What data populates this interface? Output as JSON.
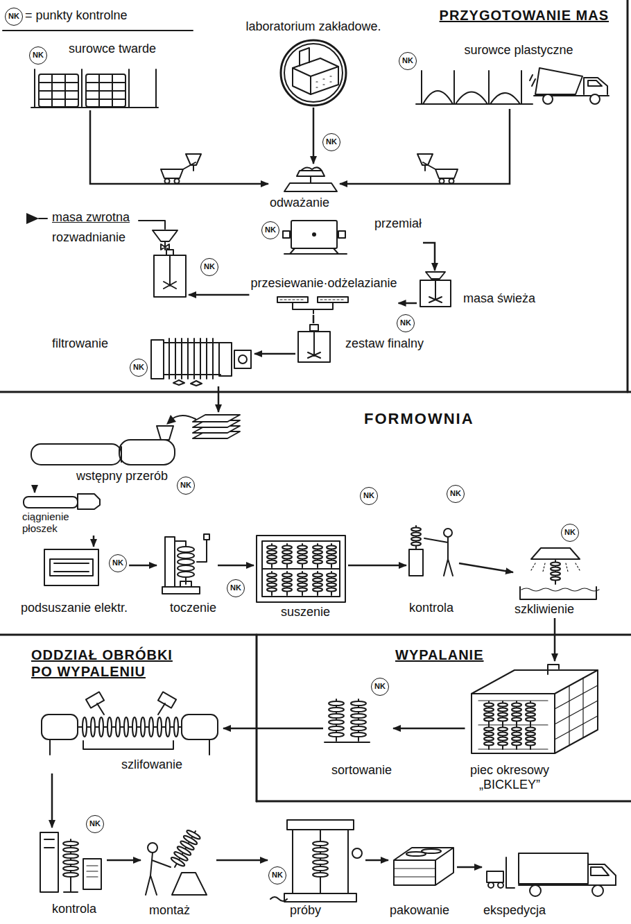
{
  "diagram": {
    "nodes": [
      {
        "text": [
          "PRZYGOTOWANIE MAS"
        ]
      },
      {
        "text": [
          "surowce twarde"
        ],
        "in": 0
      },
      {
        "text": [
          "laboratorium zakładowe."
        ],
        "in": 0
      },
      {
        "text": [
          "surowce plastyczne"
        ],
        "in": 0
      },
      {
        "text": [
          "odważanie"
        ],
        "in": 0
      },
      {
        "text": [
          "przemiał"
        ],
        "in": 0
      },
      {
        "text": [
          "przesiewanie·odżelazianie"
        ],
        "in": 0
      },
      {
        "text": [
          "masa zwrotna",
          "rozwadnianie"
        ],
        "in": 0
      },
      {
        "text": [
          "masa świeża"
        ],
        "in": 0
      },
      {
        "text": [
          "zestaw finalny"
        ],
        "in": 0
      },
      {
        "text": [
          "filtrowanie"
        ],
        "in": 0
      },
      {
        "text": [
          "FORMOWNIA"
        ]
      },
      {
        "text": [
          "wstępny przerób"
        ],
        "in": 11
      },
      {
        "text": [
          "ciągnienie płoszek"
        ],
        "in": 11
      },
      {
        "text": [
          "podsuszanie elektr."
        ],
        "in": 11
      },
      {
        "text": [
          "toczenie"
        ],
        "in": 11
      },
      {
        "text": [
          "suszenie"
        ],
        "in": 11
      },
      {
        "text": [
          "kontrola"
        ],
        "in": 11
      },
      {
        "text": [
          "szkliwienie"
        ],
        "in": 11
      },
      {
        "text": [
          "WYPALANIE"
        ]
      },
      {
        "text": [
          "piec okresowy „BICKLEY”"
        ],
        "in": 19
      },
      {
        "text": [
          "sortowanie"
        ],
        "in": 19
      },
      {
        "text": [
          "ODDZIAŁ OBRÓBKI PO WYPALENIU"
        ]
      },
      {
        "text": [
          "szlifowanie"
        ],
        "in": 22
      },
      {
        "text": [
          "kontrola"
        ],
        "in": 22
      },
      {
        "text": [
          "montaż"
        ],
        "in": 22
      },
      {
        "text": [
          "próby"
        ],
        "in": 22
      },
      {
        "text": [
          "pakowanie"
        ],
        "in": 22
      },
      {
        "text": [
          "ekspedycja"
        ],
        "in": 22
      }
    ],
    "edges": [
      {
        "from": 1,
        "to": 4,
        "arrow": "to"
      },
      {
        "from": 2,
        "to": 4,
        "arrow": "to"
      },
      {
        "from": 3,
        "to": 4,
        "arrow": "to"
      },
      {
        "from": 5,
        "to": 8,
        "arrow": "to"
      },
      {
        "from": 8,
        "to": 6,
        "arrow": "to"
      },
      {
        "from": 6,
        "to": 7,
        "arrow": "to"
      },
      {
        "from": 6,
        "to": 9,
        "arrow": "none"
      },
      {
        "from": 9,
        "to": 10,
        "arrow": "to"
      },
      {
        "from": 10,
        "to": 12,
        "arrow": "to"
      },
      {
        "from": 12,
        "to": 13,
        "arrow": "to"
      },
      {
        "from": 13,
        "to": 14,
        "arrow": "to"
      },
      {
        "from": 14,
        "to": 15,
        "arrow": "to"
      },
      {
        "from": 15,
        "to": 16,
        "arrow": "to"
      },
      {
        "from": 16,
        "to": 17,
        "arrow": "to"
      },
      {
        "from": 17,
        "to": 18,
        "arrow": "to"
      },
      {
        "from": 18,
        "to": 20,
        "arrow": "to"
      },
      {
        "from": 20,
        "to": 21,
        "arrow": "to"
      },
      {
        "from": 21,
        "to": 23,
        "arrow": "to"
      },
      {
        "from": 23,
        "to": 24,
        "arrow": "to"
      },
      {
        "from": 24,
        "to": 25,
        "arrow": "to"
      },
      {
        "from": 25,
        "to": 26,
        "arrow": "to"
      },
      {
        "from": 26,
        "to": 27,
        "arrow": "to"
      },
      {
        "from": 27,
        "to": 28,
        "arrow": "to"
      }
    ],
    "labels": [
      "NK",
      "NK",
      "NK",
      "NK",
      "NK",
      "NK",
      "NK",
      "NK",
      "NK",
      "NK",
      "NK",
      "NK",
      "NK",
      "NK",
      "NK",
      "NK",
      "NK"
    ],
    "legend": [
      {
        "text": "= punkty kontrolne"
      }
    ]
  }
}
